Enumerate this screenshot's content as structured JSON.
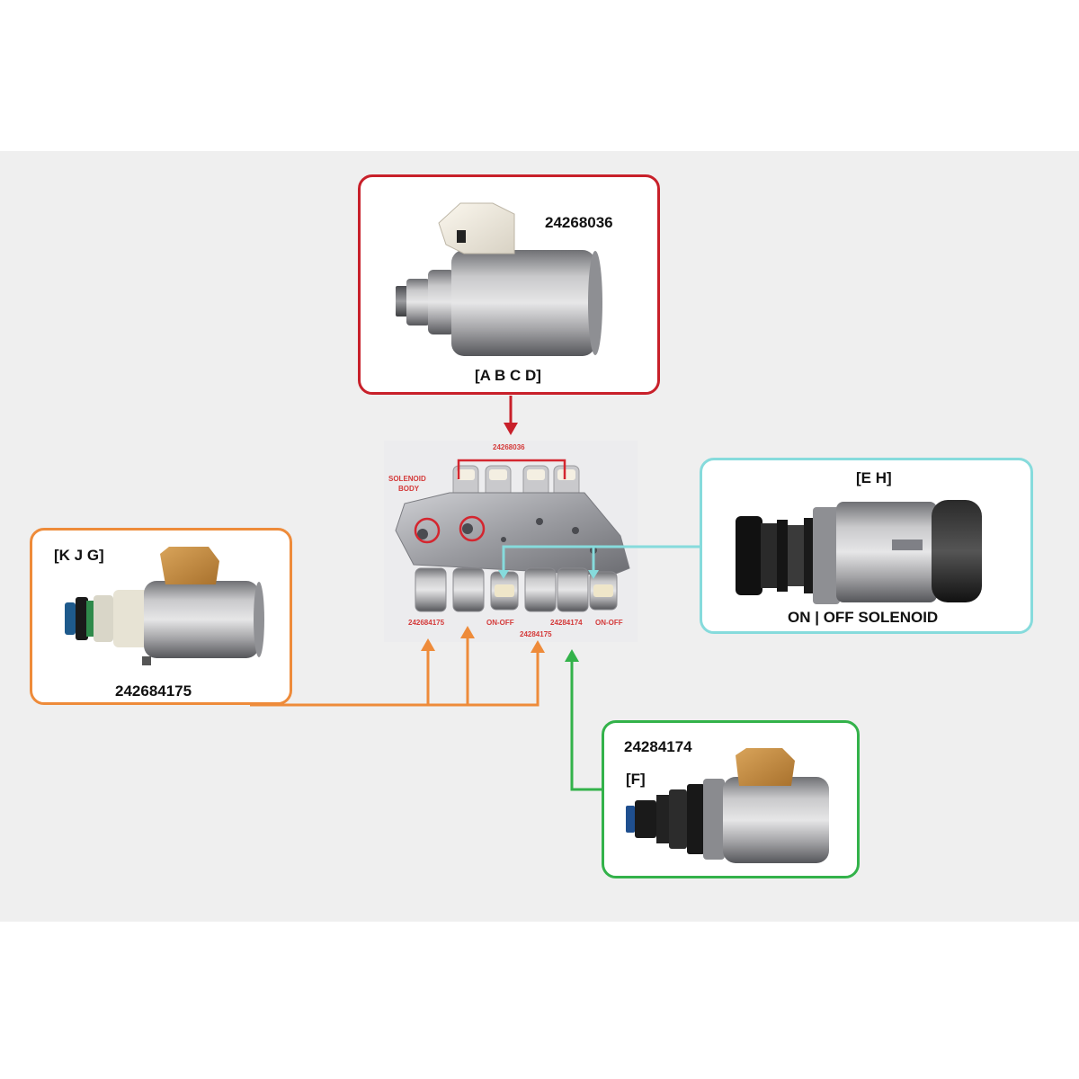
{
  "colors": {
    "red": "#c8202a",
    "orange": "#ee8b3a",
    "cyan": "#86dbdc",
    "green": "#33b24a",
    "background": "#efefef"
  },
  "boxes": {
    "top": {
      "part_number": "24268036",
      "positions": "[A B C D]"
    },
    "left": {
      "positions": "[K J G]",
      "part_number": "242684175"
    },
    "right": {
      "positions": "[E H]",
      "caption": "ON | OFF SOLENOID"
    },
    "bottom": {
      "part_number": "24284174",
      "positions": "[F]"
    }
  },
  "center_photo": {
    "top_label": "24268036",
    "body_label_line1": "SOLENOID",
    "body_label_line2": "BODY",
    "bottom_labels": {
      "l1": "242684175",
      "l2": "ON-OFF",
      "l3": "24284174",
      "l4": "ON-OFF",
      "l5": "24284175"
    }
  },
  "icons": {
    "top_solenoid": "solenoid-photo",
    "left_solenoid": "solenoid-photo",
    "right_solenoid": "solenoid-photo",
    "bottom_solenoid": "solenoid-photo",
    "valve_body": "valve-body-photo"
  }
}
